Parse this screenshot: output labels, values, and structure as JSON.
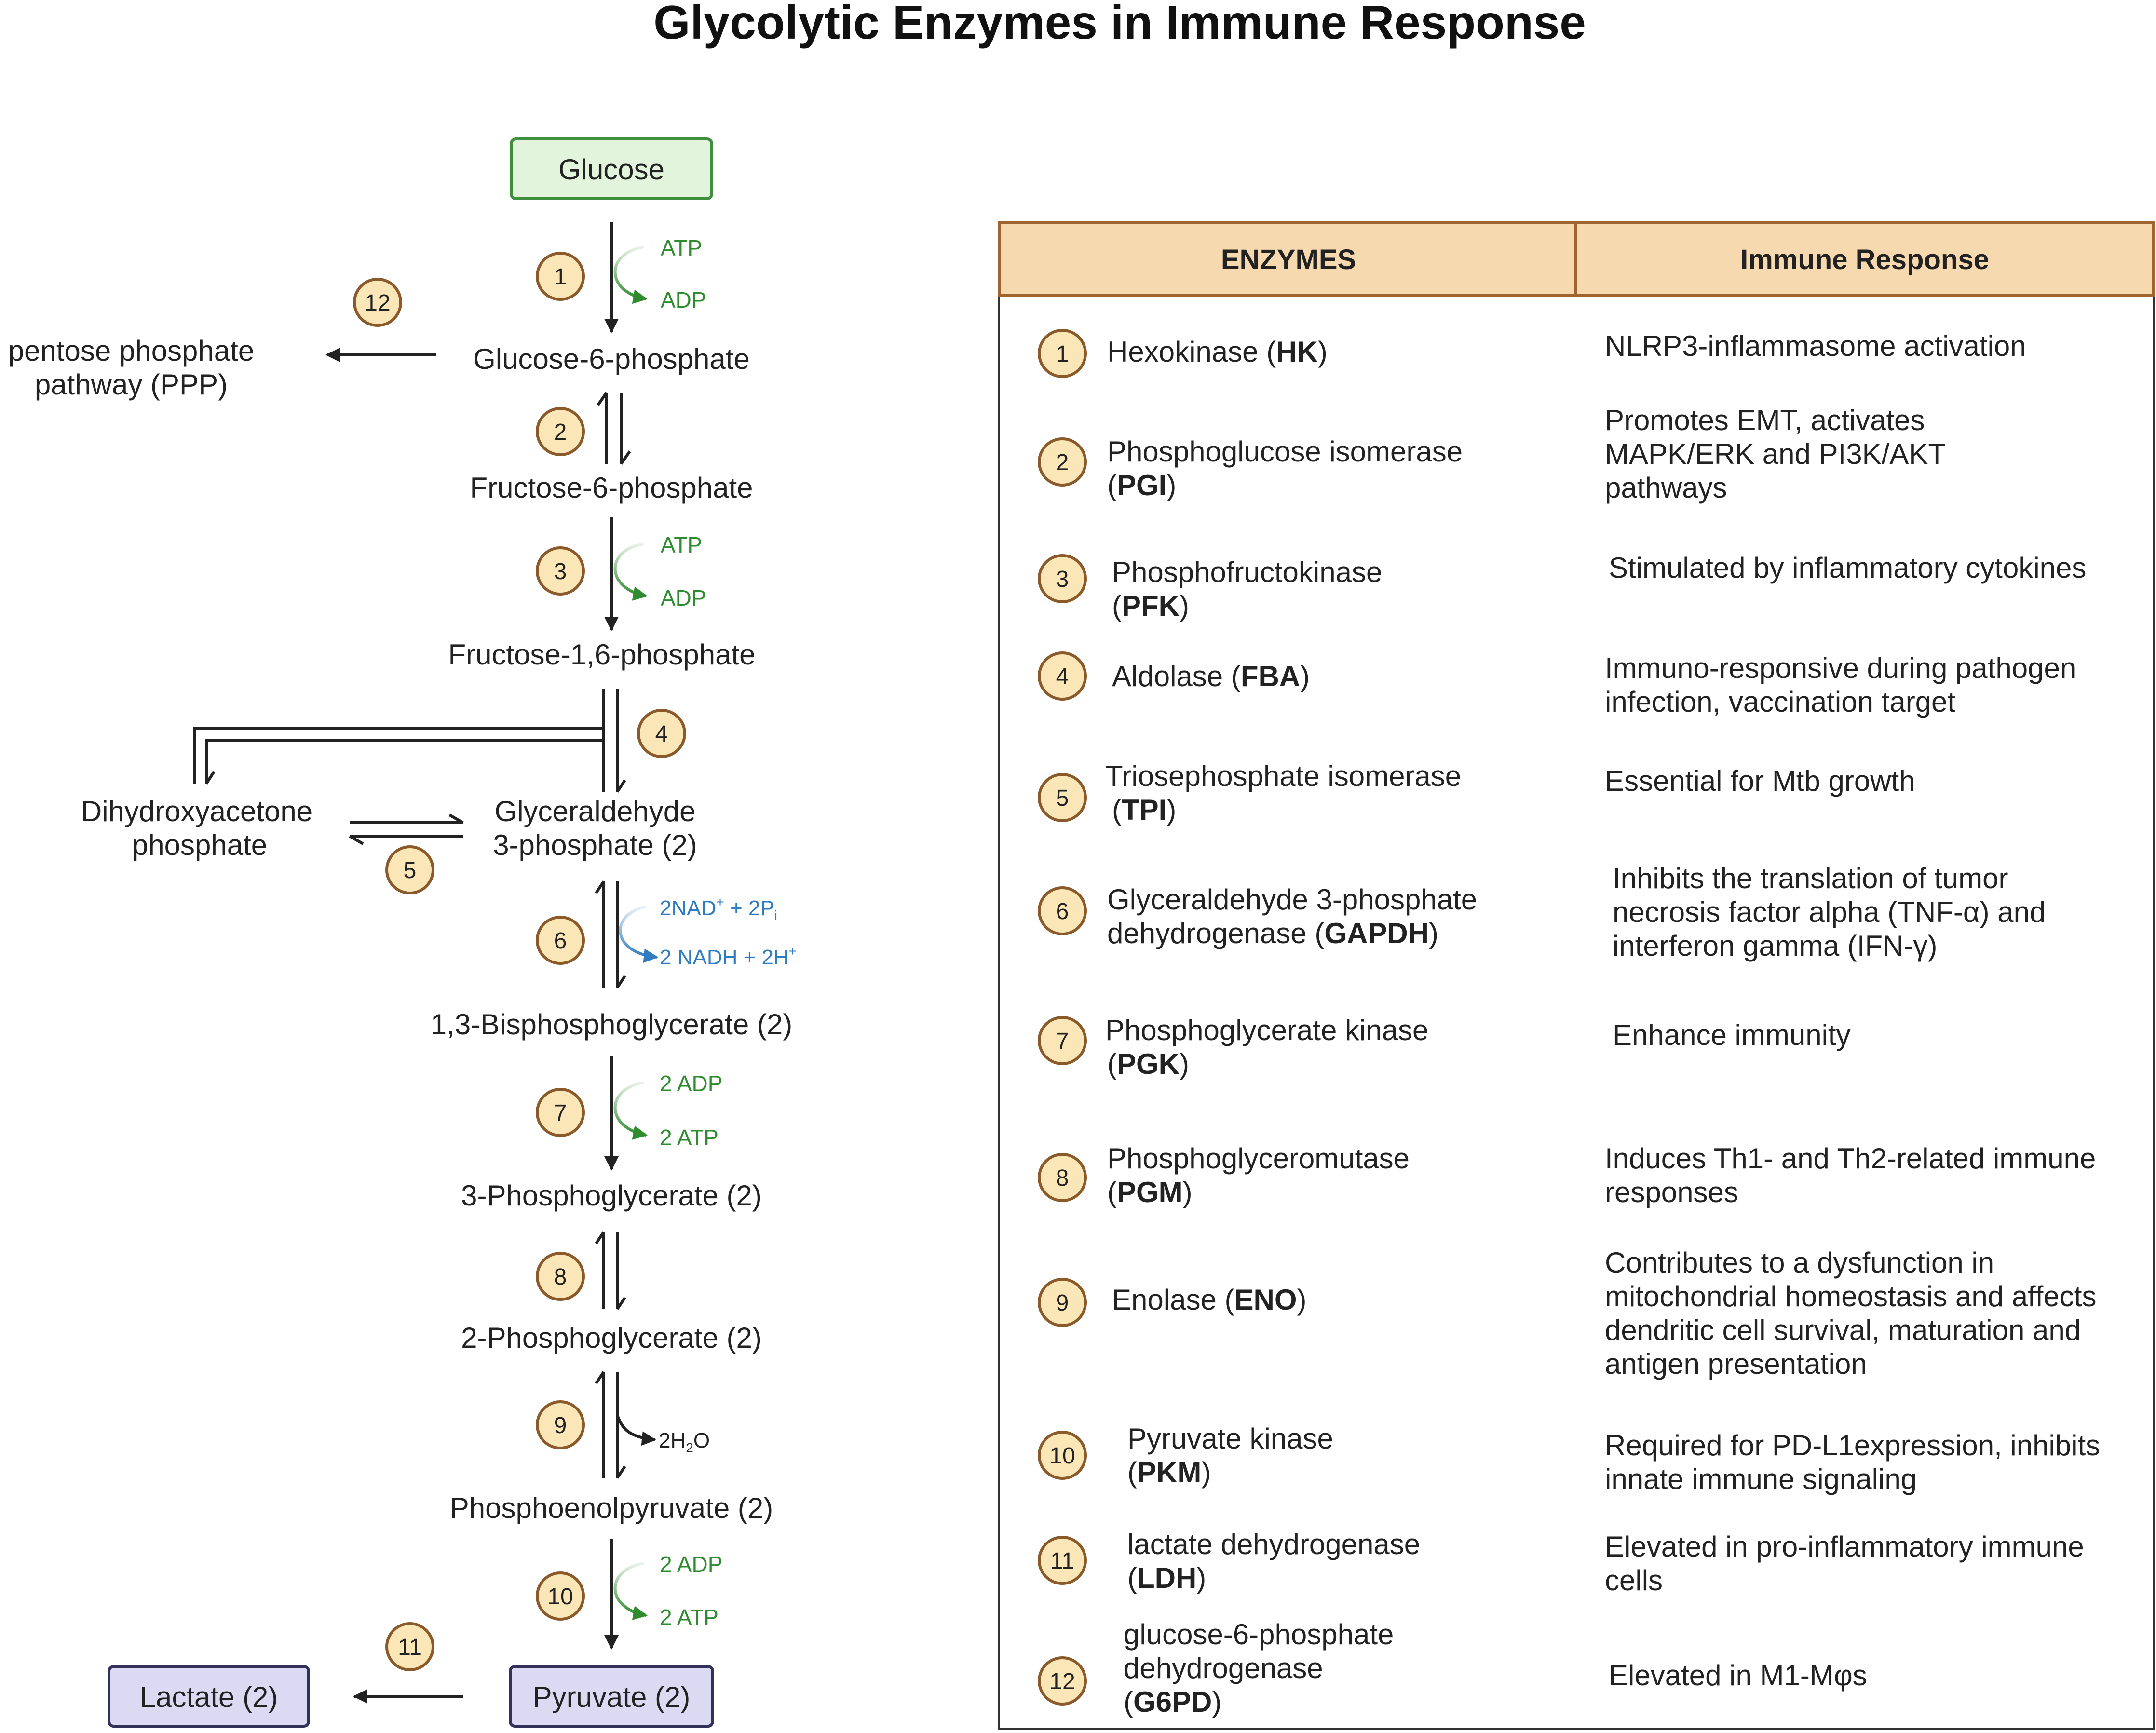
{
  "title": "Glycolytic Enzymes in Immune Response",
  "colors": {
    "badge_fill": "#fbe6b8",
    "badge_stroke": "#8b5a2b",
    "header_fill": "#f7d9b0",
    "header_stroke": "#a0652f",
    "glucose_fill": "#e2f5dc",
    "glucose_stroke": "#3f8f3f",
    "product_fill": "#dcdaf2",
    "product_stroke": "#33305a",
    "green_cofactor": "#2e8b2e",
    "blue_cofactor": "#2f7bbf",
    "arrow": "#222222"
  },
  "pathway": {
    "glucose": "Glucose",
    "g6p": "Glucose-6-phosphate",
    "ppp_line1": "pentose phosphate",
    "ppp_line2": "pathway (PPP)",
    "f6p": "Fructose-6-phosphate",
    "f16p": "Fructose-1,6-phosphate",
    "dhap_line1": "Dihydroxyacetone",
    "dhap_line2": "phosphate",
    "g3p_line1": "Glyceraldehyde",
    "g3p_line2": "3-phosphate (2)",
    "bpg": "1,3-Bisphosphoglycerate (2)",
    "pg3": "3-Phosphoglycerate (2)",
    "pg2": "2-Phosphoglycerate (2)",
    "pep": "Phosphoenolpyruvate (2)",
    "pyruvate": "Pyruvate (2)",
    "lactate": "Lactate (2)"
  },
  "cofactors": {
    "s1_in": "ATP",
    "s1_out": "ADP",
    "s3_in": "ATP",
    "s3_out": "ADP",
    "s6_in_main": "2NAD",
    "s6_in_sup": "+",
    "s6_in_mid": " + 2P",
    "s6_in_sub": "i",
    "s6_out_main": "2 NADH + 2H",
    "s6_out_sup": "+",
    "s7_in": "2 ADP",
    "s7_out": "2 ATP",
    "s9_main": "2H",
    "s9_sub": "2",
    "s9_end": "O",
    "s10_in": "2 ADP",
    "s10_out": "2 ATP"
  },
  "step_numbers": [
    "1",
    "2",
    "3",
    "4",
    "5",
    "6",
    "7",
    "8",
    "9",
    "10",
    "11",
    "12"
  ],
  "table": {
    "header_enzymes": "ENZYMES",
    "header_response": "Immune Response",
    "rows": [
      {
        "num": "1",
        "name": "Hexokinase (",
        "abbr": "HK",
        "close": ")",
        "name2": "",
        "response": [
          "NLRP3-inflammasome activation"
        ]
      },
      {
        "num": "2",
        "name": "Phosphoglucose isomerase",
        "abbr": "PGI",
        "close": ")",
        "open": "(",
        "response": [
          "Promotes EMT, activates",
          "MAPK/ERK and PI3K/AKT",
          "pathways"
        ]
      },
      {
        "num": "3",
        "name": "Phosphofructokinase",
        "abbr": "PFK",
        "close": ")",
        "open": "(",
        "response": [
          "Stimulated by inflammatory cytokines"
        ]
      },
      {
        "num": "4",
        "name": "Aldolase (",
        "abbr": "FBA",
        "close": ")",
        "name2": "",
        "response": [
          "Immuno-responsive during pathogen",
          "infection, vaccination target"
        ]
      },
      {
        "num": "5",
        "name": "Triosephosphate isomerase",
        "abbr": "TPI",
        "close": ")",
        "open": "(",
        "response": [
          "Essential for Mtb growth"
        ]
      },
      {
        "num": "6",
        "name": "Glyceraldehyde 3-phosphate",
        "name_b": "dehydrogenase (",
        "abbr": "GAPDH",
        "close": ")",
        "response": [
          "Inhibits the translation of tumor",
          "necrosis factor alpha (TNF-α) and",
          "interferon gamma (IFN-γ)"
        ]
      },
      {
        "num": "7",
        "name": "Phosphoglycerate kinase",
        "abbr": "PGK",
        "close": ")",
        "open": "(",
        "response": [
          "Enhance immunity"
        ]
      },
      {
        "num": "8",
        "name": "Phosphoglyceromutase",
        "abbr": "PGM",
        "close": ")",
        "open": "(",
        "response": [
          "Induces Th1- and Th2-related immune",
          "responses"
        ]
      },
      {
        "num": "9",
        "name": "Enolase (",
        "abbr": "ENO",
        "close": ")",
        "name2": "",
        "response": [
          "Contributes to a dysfunction in",
          "mitochondrial homeostasis and affects",
          "dendritic cell survival, maturation and",
          "antigen presentation"
        ]
      },
      {
        "num": "10",
        "name": "Pyruvate kinase",
        "abbr": "PKM",
        "close": ")",
        "open": "(",
        "response": [
          "Required for PD-L1expression, inhibits",
          "innate immune signaling"
        ]
      },
      {
        "num": "11",
        "name": "lactate dehydrogenase",
        "abbr": "LDH",
        "close": ")",
        "open": "(",
        "response": [
          "Elevated in pro-inflammatory immune",
          "cells"
        ]
      },
      {
        "num": "12",
        "name": "glucose-6-phosphate",
        "name_b": "dehydrogenase",
        "abbr": "G6PD",
        "close": ")",
        "open": "(",
        "response": [
          "Elevated in M1-Mφs"
        ]
      }
    ]
  }
}
